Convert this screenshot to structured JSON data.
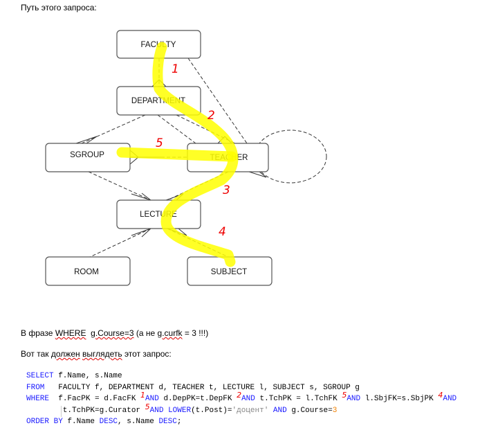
{
  "heading": "Путь этого запроса:",
  "diagram": {
    "entities": [
      "FACULTY",
      "DEPARTMENT",
      "SGROUP",
      "TEACHER",
      "LECTURE",
      "ROOM",
      "SUBJECT"
    ],
    "annotations": [
      "1",
      "2",
      "3",
      "4",
      "5"
    ],
    "highlight_color": "#ffff00",
    "annotation_color": "#ee0000"
  },
  "note": {
    "prefix": "В фразе ",
    "where": "WHERE",
    "space": "  ",
    "course": "g.Course=3",
    "middle": " (а не ",
    "curfk": "g.curfk",
    "suffix": " = 3 !!!)"
  },
  "intro": {
    "a": "Вот так ",
    "b": "должен",
    "c": " ",
    "d": "выглядеть",
    "e": " этот запрос:"
  },
  "sql": {
    "select_kw": "SELECT",
    "select_rest": " f.Name, s.Name",
    "from_kw": "FROM",
    "from_rest": "   FACULTY f, DEPARTMENT d, TEACHER t, LECTURE l, SUBJECT s, SGROUP g",
    "where_kw": "WHERE",
    "w1": "  f.FacPK = d.FacFK ",
    "and": "AND",
    "w2": " d.DepPK=t.DepFK ",
    "w3": " t.TchPK = l.TchFK ",
    "w4": " l.SbjFK=s.SbjPK ",
    "w5": "        t.TchPK=g.Curator ",
    "lower": "LOWER",
    "w6": "(t.Post)=",
    "str": "'доцент'",
    "w7": " g.Course=",
    "num": "3",
    "order_kw": "ORDER BY",
    "o1": " f.Name ",
    "desc": "DESC",
    "o2": ", s.Name ",
    "o3": ";"
  },
  "sql_marks": [
    "1",
    "2",
    "5",
    "4",
    "5"
  ]
}
